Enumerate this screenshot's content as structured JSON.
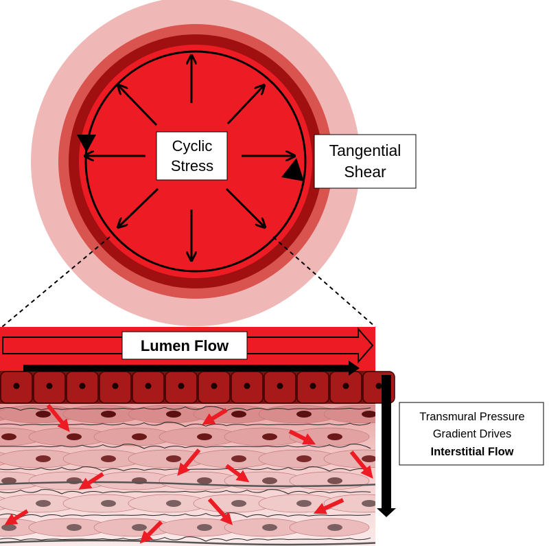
{
  "labels": {
    "cyclic_stress_line1": "Cyclic",
    "cyclic_stress_line2": "Stress",
    "tangential_shear_line1": "Tangential",
    "tangential_shear_line2": "Shear",
    "lumen_flow": "Lumen Flow",
    "transmural_line1": "Transmural Pressure",
    "transmural_line2": "Gradient Drives",
    "transmural_line3": "Interstitial Flow"
  },
  "colors": {
    "lumen_red": "#ed1c24",
    "vessel_ring_outer": "#f0b7b7",
    "vessel_ring_mid": "#d9534f",
    "vessel_ring_inner": "#a01010",
    "endothelial_cell": "#a81a1a",
    "tissue_light": "#f4d4d4",
    "tissue_cell": "#d99090",
    "flow_arrow": "#ed1c24"
  }
}
